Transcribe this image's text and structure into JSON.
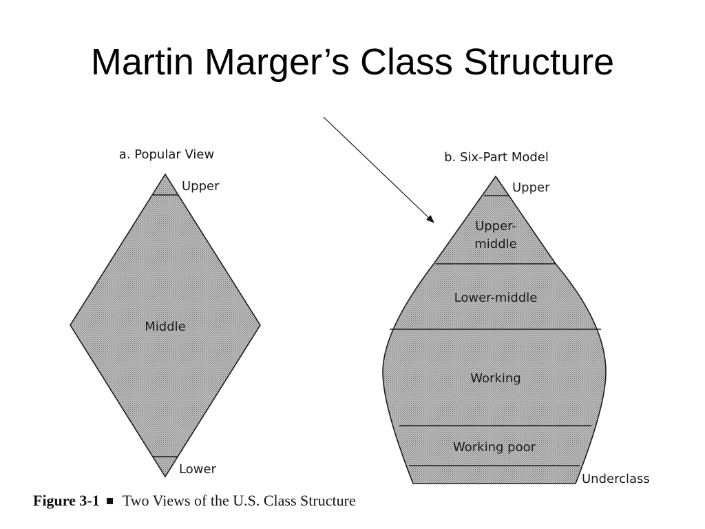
{
  "slide": {
    "title": "Martin Marger’s Class Structure"
  },
  "popular_view": {
    "title": "a. Popular View",
    "classes": {
      "upper": "Upper",
      "middle": "Middle",
      "lower": "Lower"
    }
  },
  "six_part_model": {
    "title": "b. Six-Part Model",
    "classes": {
      "upper": "Upper",
      "upper_middle_line1": "Upper-",
      "upper_middle_line2": "middle",
      "lower_middle": "Lower-middle",
      "working": "Working",
      "working_poor": "Working poor",
      "underclass": "Underclass"
    }
  },
  "caption": {
    "number": "Figure 3-1",
    "text": "Two Views of the U.S. Class Structure"
  },
  "colors": {
    "shape_fill": "#b5b5b5",
    "outline": "#1a1a1a"
  }
}
